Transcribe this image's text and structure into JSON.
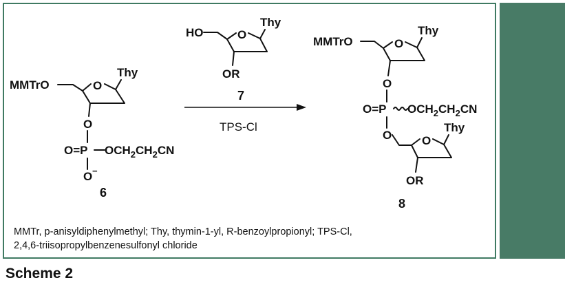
{
  "compound6": {
    "protect": "MMTrO",
    "base": "Thy",
    "ring_o": "O",
    "link_o": "O",
    "p_line": "O=P",
    "p_ester": "OCH",
    "sub1": "2",
    "mid_ch": "CH",
    "sub2": "2",
    "cn": "CN",
    "oxide": "O",
    "minus": "−",
    "number": "6"
  },
  "compound7": {
    "ho": "HO",
    "base": "Thy",
    "ring_o": "O",
    "or": "OR",
    "number": "7"
  },
  "reagent": "TPS-Cl",
  "compound8": {
    "protect": "MMTrO",
    "base_top": "Thy",
    "ring_o_top": "O",
    "o_upper": "O",
    "p_line": "O=P",
    "p_ester": "OCH",
    "sub1": "2",
    "mid_ch": "CH",
    "sub2": "2",
    "cn": "CN",
    "o_lower": "O",
    "base_bottom": "Thy",
    "ring_o_bottom": "O",
    "or": "OR",
    "number": "8"
  },
  "caption": {
    "line1": "MMTr, p-anisyldiphenylmethyl; Thy, thymin-1-yl, R-benzoylpropionyl; TPS-Cl,",
    "line2": "2,4,6-triisopropylbenzenesulfonyl chloride"
  },
  "scheme_label": "Scheme 2",
  "colors": {
    "frame": "#3f7a62",
    "side_band": "#487b66"
  }
}
